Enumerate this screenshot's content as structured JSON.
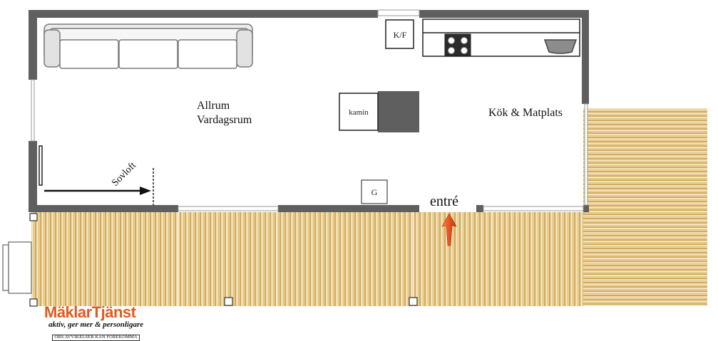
{
  "rooms": {
    "living_line1": "Allrum",
    "living_line2": "Vardagsrum",
    "kitchen": "Kök & Matplats",
    "sleeping_loft": "Sovloft",
    "entrance": "entré"
  },
  "fixtures": {
    "fridge_freezer": "K/F",
    "fireplace": "kamin",
    "g_box": "G"
  },
  "logo": {
    "brand": "MäklarTjänst",
    "tagline": "aktiv, ger mer & personligare",
    "disclaimer": "OBS AVVIKELSER KAN FÖREKOMMA"
  },
  "colors": {
    "wall": "#5f5f5f",
    "deck_light": "#eedcae",
    "deck_dark": "#cfa556",
    "arrow": "#e8531f"
  }
}
